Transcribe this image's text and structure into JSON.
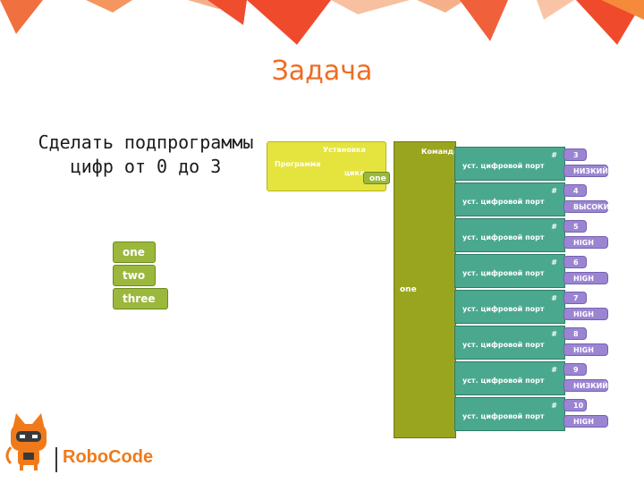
{
  "page": {
    "title": "Задача",
    "task_line1": "Сделать подпрограммы",
    "task_line2": "цифр от 0 до 3"
  },
  "palette": {
    "names": [
      "one",
      "two",
      "three"
    ]
  },
  "program": {
    "block_label": "Программа",
    "setup_label": "Установка",
    "loop_label": "цикл",
    "loop_call": "one"
  },
  "subroutine": {
    "commands_label": "Команды",
    "name": "one",
    "commands": [
      {
        "label": "уст. цифровой порт",
        "hash": "#",
        "pin": "3",
        "value": "НИЗКИЙ"
      },
      {
        "label": "уст. цифровой порт",
        "hash": "#",
        "pin": "4",
        "value": "ВЫСОКИЙ"
      },
      {
        "label": "уст. цифровой порт",
        "hash": "#",
        "pin": "5",
        "value": "HIGH"
      },
      {
        "label": "уст. цифровой порт",
        "hash": "#",
        "pin": "6",
        "value": "HIGH"
      },
      {
        "label": "уст. цифровой порт",
        "hash": "#",
        "pin": "7",
        "value": "HIGH"
      },
      {
        "label": "уст. цифровой порт",
        "hash": "#",
        "pin": "8",
        "value": "HIGH"
      },
      {
        "label": "уст. цифровой порт",
        "hash": "#",
        "pin": "9",
        "value": "НИЗКИЙ"
      },
      {
        "label": "уст. цифровой порт",
        "hash": "#",
        "pin": "10",
        "value": "HIGH"
      }
    ]
  },
  "logo": {
    "text": "RoboCode",
    "icon": "robot-cat-icon"
  },
  "colors": {
    "title": "#ef6c23",
    "banner_red": "#ef4a2b",
    "banner_orange": "#f58a3a",
    "block_green": "#9bb83c",
    "block_yellow": "#e5e43e",
    "block_olive": "#9aa51f",
    "block_teal": "#4aa88e",
    "block_purple": "#9b85d2",
    "logo_orange": "#f07a1a"
  }
}
